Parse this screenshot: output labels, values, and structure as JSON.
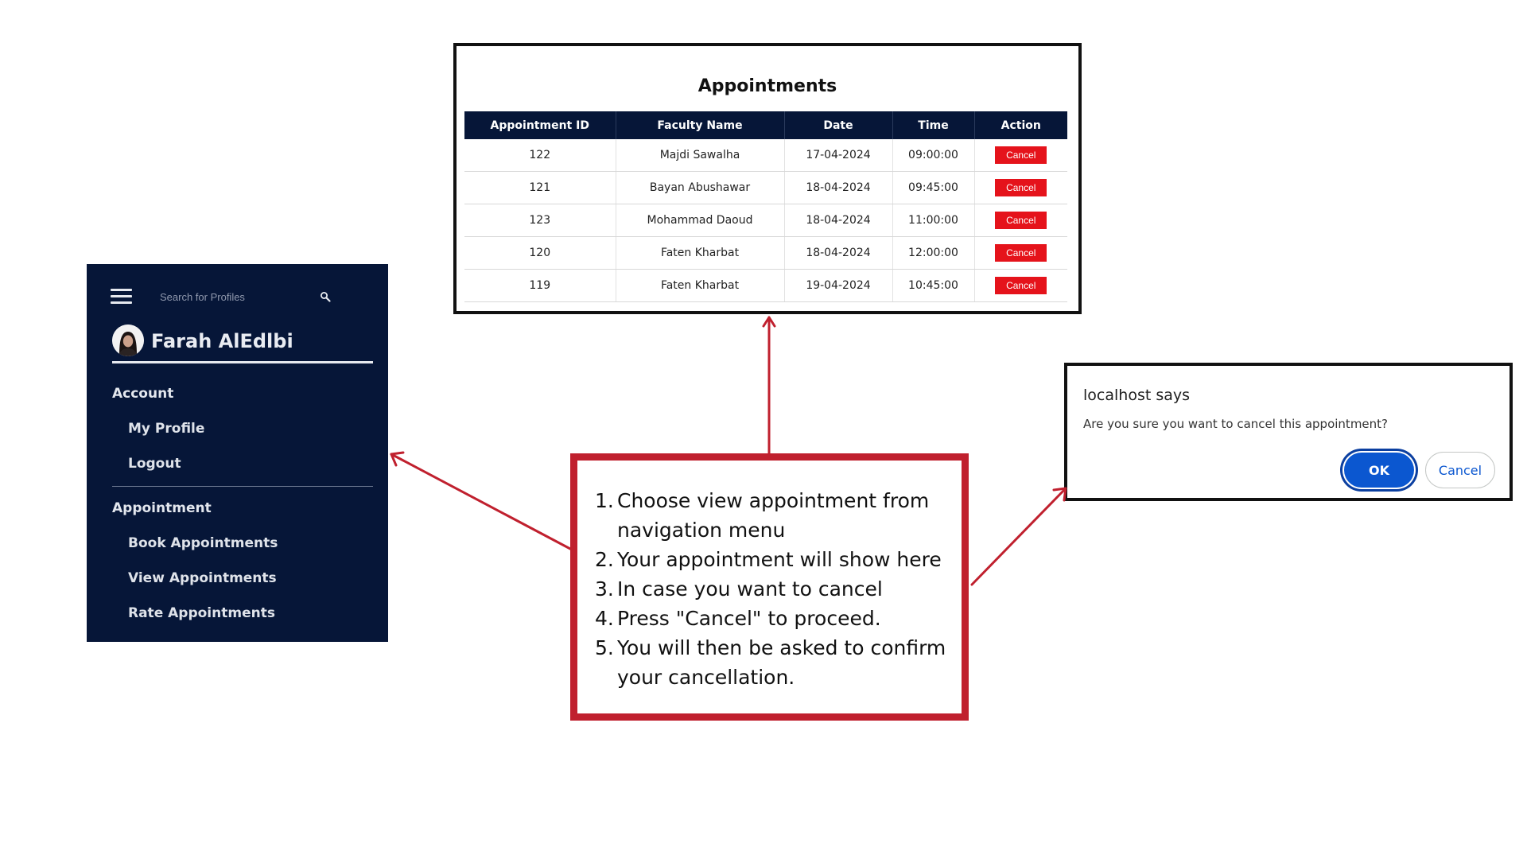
{
  "sidebar": {
    "search_placeholder": "Search for Profiles",
    "profile_name": "Farah AlEdlbi",
    "sections": [
      {
        "title": "Account",
        "items": [
          "My Profile",
          "Logout"
        ]
      },
      {
        "title": "Appointment",
        "items": [
          "Book Appointments",
          "View Appointments",
          "Rate Appointments"
        ]
      }
    ]
  },
  "appointments": {
    "title": "Appointments",
    "columns": [
      "Appointment ID",
      "Faculty Name",
      "Date",
      "Time",
      "Action"
    ],
    "action_label": "Cancel",
    "action_color": "#e5131b",
    "header_color": "#061638",
    "rows": [
      {
        "id": "122",
        "faculty": "Majdi Sawalha",
        "date": "17-04-2024",
        "time": "09:00:00"
      },
      {
        "id": "121",
        "faculty": "Bayan Abushawar",
        "date": "18-04-2024",
        "time": "09:45:00"
      },
      {
        "id": "123",
        "faculty": "Mohammad Daoud",
        "date": "18-04-2024",
        "time": "11:00:00"
      },
      {
        "id": "120",
        "faculty": "Faten Kharbat",
        "date": "18-04-2024",
        "time": "12:00:00"
      },
      {
        "id": "119",
        "faculty": "Faten Kharbat",
        "date": "19-04-2024",
        "time": "10:45:00"
      }
    ]
  },
  "instructions": {
    "border_color": "#c0202e",
    "steps": [
      {
        "num": "1.",
        "text": "Choose view appointment from navigation menu"
      },
      {
        "num": "2.",
        "text": "Your appointment will show here"
      },
      {
        "num": "3.",
        "text": "In case you want to cancel"
      },
      {
        "num": "4.",
        "text": "Press \"Cancel\" to proceed."
      },
      {
        "num": "5.",
        "text": "You will then be asked to confirm your cancellation."
      }
    ]
  },
  "dialog": {
    "title": "localhost says",
    "message": "Are you sure you want to cancel this appointment?",
    "ok_label": "OK",
    "cancel_label": "Cancel",
    "accent_color": "#0b57d0"
  },
  "icons": {
    "menu": "hamburger-icon",
    "search": "search-icon",
    "avatar": "avatar"
  }
}
